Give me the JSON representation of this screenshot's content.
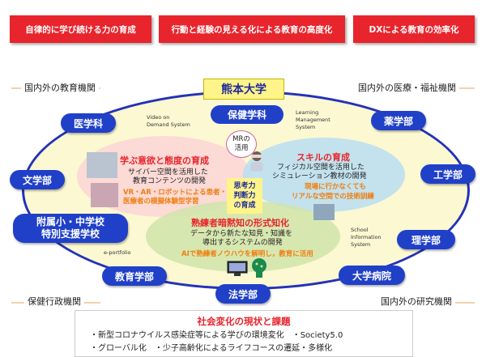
{
  "banners": [
    "自律的に学び続ける力の育成",
    "行動と経験の見える化による教育の高度化",
    "DXによる教育の効率化"
  ],
  "corners": {
    "top_left": "国内外の教育機関",
    "top_right": "国内外の医療・福祉機関",
    "bottom_left": "保健行政機関",
    "bottom_right": "国内外の研究機関"
  },
  "center": {
    "university": "熊本大学",
    "health_sciences": "保健学科",
    "mr_line1": "MRの",
    "mr_line2": "活用",
    "core_line1": "思考力",
    "core_line2": "判断力",
    "core_line3": "の育成"
  },
  "systems": {
    "vod": [
      "Video on",
      "Demand System"
    ],
    "lms": [
      "Learning",
      "Management",
      "System"
    ],
    "sis": [
      "School",
      "Information",
      "System"
    ],
    "eportfolio": "e-portfolio"
  },
  "departments": {
    "medicine": "医学科",
    "pharmacy": "薬学部",
    "letters": "文学部",
    "engineering": "工学部",
    "attached_line1": "附属小・中学校",
    "attached_line2": "特別支援学校",
    "science": "理学部",
    "education": "教育学部",
    "hospital": "大学病院",
    "law": "法学部"
  },
  "sections": {
    "motivation": {
      "title": "学ぶ意欲と態度の育成",
      "line1": "サイバー空間を活用した",
      "line2": "教育コンテンツの開発",
      "note1": "VR・AR・ロボットによる患者・",
      "note2": "医療者の模擬体験型学習"
    },
    "skills": {
      "title": "スキルの育成",
      "line1": "フィジカル空間を活用した",
      "line2": "シミュレーション教材の開発",
      "note1": "現場に行かなくても",
      "note2": "リアルな空間での技術訓練"
    },
    "tacit": {
      "title": "熟練者暗黙知の形式知化",
      "line1": "データから新たな知見・知識を",
      "line2": "導出するシステムの開発",
      "note": "AIで熟練者ノウハウを解明し，教育に活用"
    }
  },
  "bottom": {
    "title": "社会変化の現状と課題",
    "line1": "・新型コロナウイルス感染症等による学びの環境変化　・Society5.0",
    "line2": "・グローバル化　・少子高齢化によるライフコースの遷延・多様化"
  },
  "colors": {
    "banner_red": "#e8242c",
    "dept_blue": "#2040c8",
    "ellipse_border": "#2332b8",
    "title_red": "#e8242c",
    "note_orange": "#ef7e10"
  }
}
